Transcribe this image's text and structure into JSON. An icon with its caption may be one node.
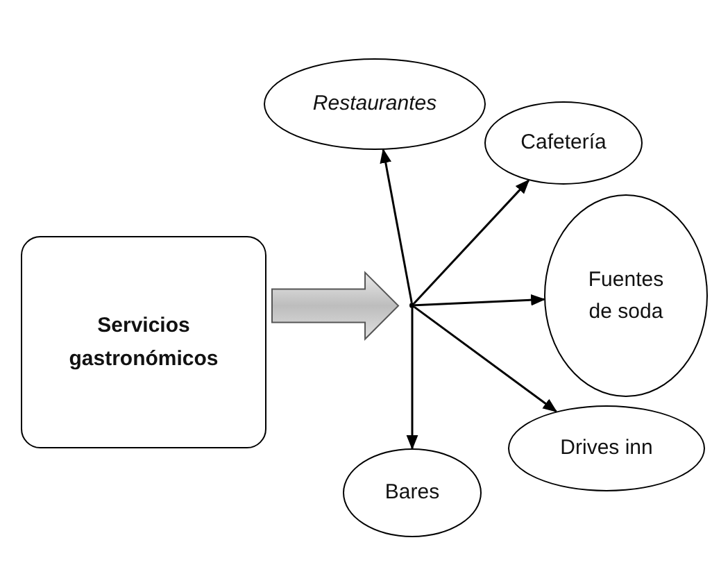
{
  "diagram": {
    "nodes": [
      {
        "text": [
          "Servicios gastronómicos"
        ]
      },
      {
        "text": [],
        "shape": "point"
      },
      {
        "text": [
          "Restaurantes"
        ]
      },
      {
        "text": [
          "Cafetería"
        ]
      },
      {
        "text": [
          "Fuentes de soda"
        ]
      },
      {
        "text": [
          "Drives inn"
        ]
      },
      {
        "text": [
          "Bares"
        ]
      }
    ],
    "edges": [
      {
        "from": 0,
        "to": 1,
        "arrow": "to",
        "style": "thick"
      },
      {
        "from": 1,
        "to": 2,
        "arrow": "to"
      },
      {
        "from": 1,
        "to": 3,
        "arrow": "to"
      },
      {
        "from": 1,
        "to": 4,
        "arrow": "to"
      },
      {
        "from": 1,
        "to": 5,
        "arrow": "to"
      },
      {
        "from": 1,
        "to": 6,
        "arrow": "to"
      }
    ]
  }
}
